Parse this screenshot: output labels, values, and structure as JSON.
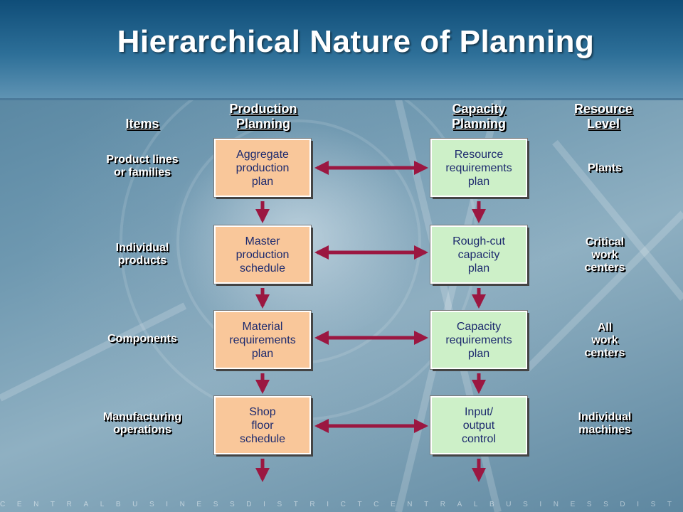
{
  "title": "Hierarchical Nature of Planning",
  "headers": {
    "items": "Items",
    "production_line1": "Production",
    "production_line2": "Planning",
    "capacity_line1": "Capacity",
    "capacity_line2": "Planning",
    "resource_line1": "Resource",
    "resource_line2": "Level"
  },
  "items": [
    {
      "line1": "Product lines",
      "line2": "or families"
    },
    {
      "line1": "Individual",
      "line2": "products"
    },
    {
      "line1": "Components",
      "line2": ""
    },
    {
      "line1": "Manufacturing",
      "line2": "operations"
    }
  ],
  "production": [
    {
      "line1": "Aggregate",
      "line2": "production",
      "line3": "plan"
    },
    {
      "line1": "Master",
      "line2": "production",
      "line3": "schedule"
    },
    {
      "line1": "Material",
      "line2": "requirements",
      "line3": "plan"
    },
    {
      "line1": "Shop",
      "line2": "floor",
      "line3": "schedule"
    }
  ],
  "capacity": [
    {
      "line1": "Resource",
      "line2": "requirements",
      "line3": "plan"
    },
    {
      "line1": "Rough-cut",
      "line2": "capacity",
      "line3": "plan"
    },
    {
      "line1": "Capacity",
      "line2": "requirements",
      "line3": "plan"
    },
    {
      "line1": "Input/",
      "line2": "output",
      "line3": "control"
    }
  ],
  "resource": [
    {
      "line1": "Plants",
      "line2": "",
      "line3": ""
    },
    {
      "line1": "Critical",
      "line2": "work",
      "line3": "centers"
    },
    {
      "line1": "All",
      "line2": "work",
      "line3": "centers"
    },
    {
      "line1": "Individual",
      "line2": "machines",
      "line3": ""
    }
  ],
  "footer": "CENTRALBUSINESSDISTRICTCENTRALBUSINESSDISTRICTCENTRA",
  "colors": {
    "title_band": "#1a5a86",
    "production_box": "#f9c79a",
    "capacity_box": "#cdf0c8",
    "box_text": "#1d2a6e",
    "arrow": "#9b1741"
  }
}
